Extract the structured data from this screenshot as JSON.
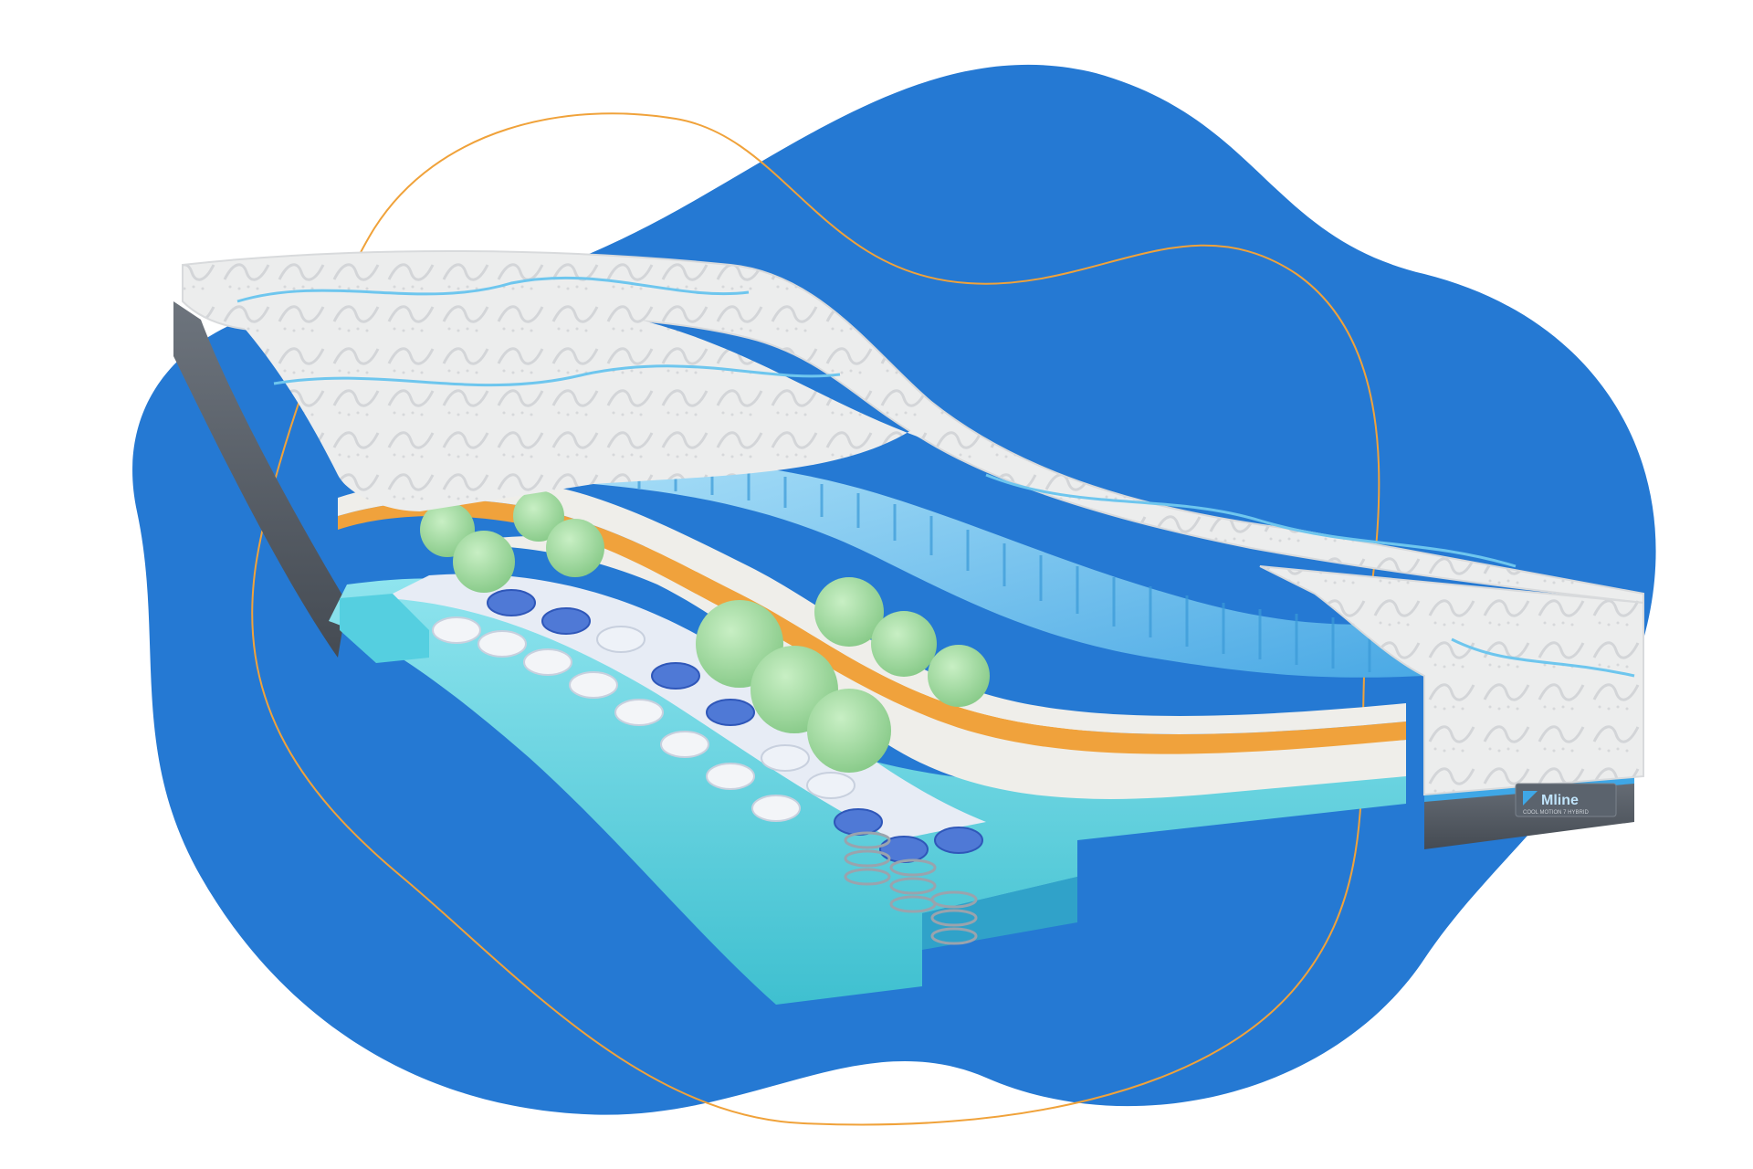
{
  "scene": {
    "subject": "mattress-cutaway",
    "colors": {
      "background": "#ffffff",
      "blob": "#2579d3",
      "accent_line": "#f0a23a",
      "cover": "#eceded",
      "cover_shadow": "#cfd1d3",
      "cover_wave": "#6ec6ee",
      "side_band": "#58606a",
      "side_stripe": "#3fa7e6",
      "base_foam": "#6fdbe6",
      "base_foam_dark": "#39b9c9",
      "top_foam": "#7ed0f3",
      "top_foam_dark": "#4fb0e6",
      "white_layer": "#efeeea",
      "orange_layer": "#f0a23c",
      "green_balls": "#9fd99e",
      "pocket_white": "#f3f5f8",
      "pocket_blue": "#4f79d6",
      "pocket_blue_dark": "#2f57b9"
    },
    "icons": [
      "coil-spring-icon",
      "brand-logo-icon"
    ]
  },
  "brand": {
    "name": "Mline",
    "tagline": "COOL MOTION 7 HYBRID"
  }
}
